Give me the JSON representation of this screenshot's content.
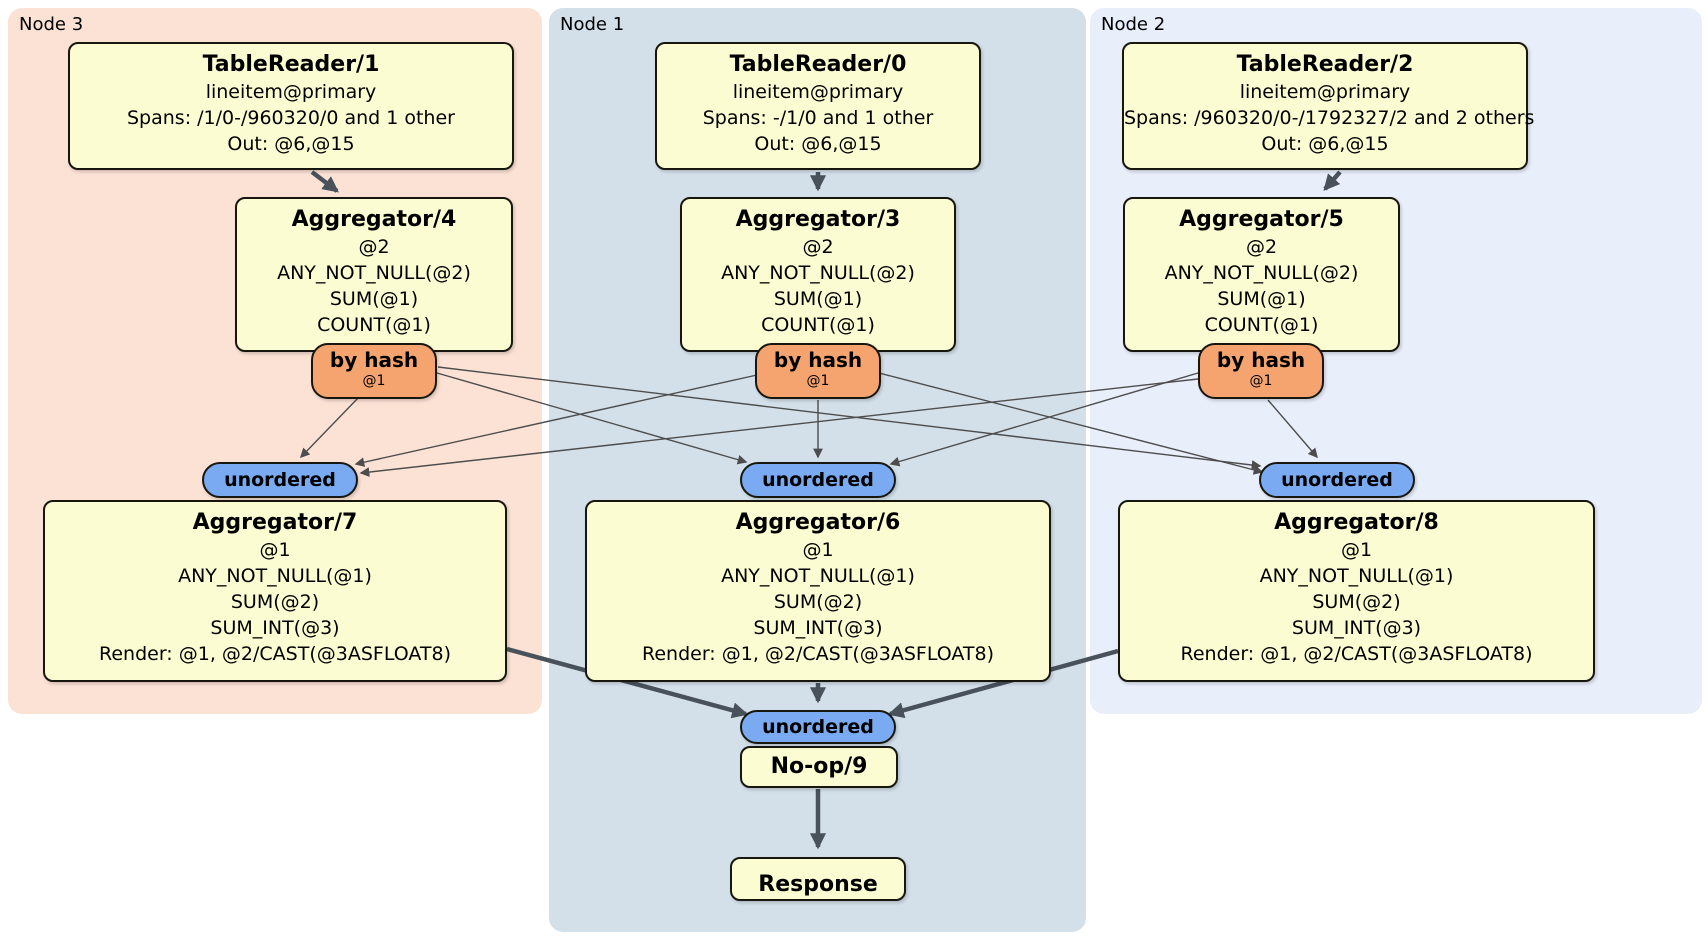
{
  "regions": [
    {
      "id": "node3",
      "label": "Node 3"
    },
    {
      "id": "node1",
      "label": "Node 1"
    },
    {
      "id": "node2",
      "label": "Node 2"
    }
  ],
  "processors": {
    "tr1": {
      "title": "TableReader/1",
      "lines": [
        "lineitem@primary",
        "Spans: /1/0-/960320/0 and 1 other",
        "Out: @6,@15"
      ]
    },
    "tr0": {
      "title": "TableReader/0",
      "lines": [
        "lineitem@primary",
        "Spans: -/1/0 and 1 other",
        "Out: @6,@15"
      ]
    },
    "tr2": {
      "title": "TableReader/2",
      "lines": [
        "lineitem@primary",
        "Spans: /960320/0-/1792327/2 and 2 others",
        "Out: @6,@15"
      ]
    },
    "agg4": {
      "title": "Aggregator/4",
      "lines": [
        "@2",
        "ANY_NOT_NULL(@2)",
        "SUM(@1)",
        "COUNT(@1)"
      ]
    },
    "agg3": {
      "title": "Aggregator/3",
      "lines": [
        "@2",
        "ANY_NOT_NULL(@2)",
        "SUM(@1)",
        "COUNT(@1)"
      ]
    },
    "agg5": {
      "title": "Aggregator/5",
      "lines": [
        "@2",
        "ANY_NOT_NULL(@2)",
        "SUM(@1)",
        "COUNT(@1)"
      ]
    },
    "agg7": {
      "title": "Aggregator/7",
      "lines": [
        "@1",
        "ANY_NOT_NULL(@1)",
        "SUM(@2)",
        "SUM_INT(@3)",
        "Render: @1, @2/CAST(@3ASFLOAT8)"
      ]
    },
    "agg6": {
      "title": "Aggregator/6",
      "lines": [
        "@1",
        "ANY_NOT_NULL(@1)",
        "SUM(@2)",
        "SUM_INT(@3)",
        "Render: @1, @2/CAST(@3ASFLOAT8)"
      ]
    },
    "agg8": {
      "title": "Aggregator/8",
      "lines": [
        "@1",
        "ANY_NOT_NULL(@1)",
        "SUM(@2)",
        "SUM_INT(@3)",
        "Render: @1, @2/CAST(@3ASFLOAT8)"
      ]
    },
    "noop": {
      "title": "No-op/9"
    },
    "response": {
      "title": "Response"
    }
  },
  "hash_routers": [
    {
      "id": "node3",
      "label": "by hash",
      "detail": "@1"
    },
    {
      "id": "node1",
      "label": "by hash",
      "detail": "@1"
    },
    {
      "id": "node2",
      "label": "by hash",
      "detail": "@1"
    }
  ],
  "unordered_routers": [
    {
      "id": "node3",
      "label": "unordered"
    },
    {
      "id": "node1",
      "label": "unordered"
    },
    {
      "id": "node2",
      "label": "unordered"
    },
    {
      "id": "final",
      "label": "unordered"
    }
  ],
  "colors": {
    "node3_bg": "#fce2d5",
    "node1_bg": "#d3e0ea",
    "node2_bg": "#e9eefb",
    "processor_fill": "#fcfcd2",
    "hash_router_fill": "#f5a46f",
    "unordered_router_fill": "#79aaf2",
    "edge_thin": "#4d4d4d",
    "edge_thick": "#49525b"
  }
}
